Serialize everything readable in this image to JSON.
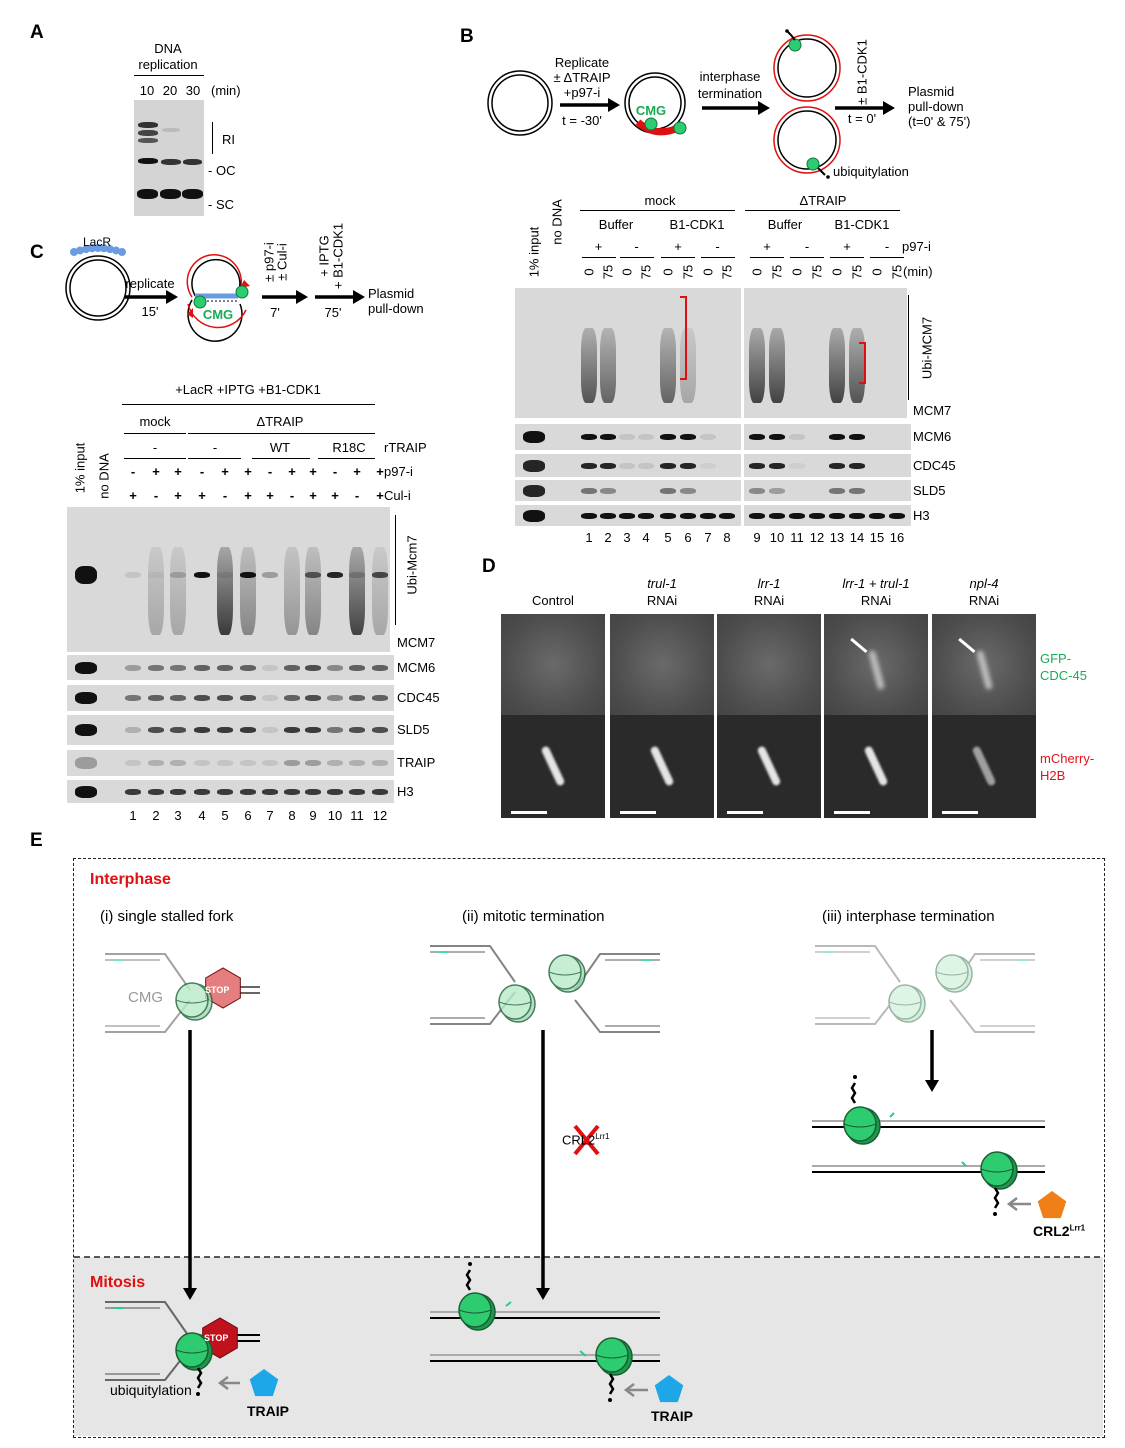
{
  "panelA": {
    "label": "A",
    "header": [
      "DNA",
      "replication"
    ],
    "times": [
      "10",
      "20",
      "30"
    ],
    "unit": "(min)",
    "bands": [
      "RI",
      "OC",
      "SC"
    ]
  },
  "panelB": {
    "label": "B",
    "schematic": {
      "step1": [
        "Replicate",
        "± ΔTRAIP",
        "+p97-i"
      ],
      "t1": "t = -30'",
      "cmg": "CMG",
      "step2": [
        "interphase",
        "termination"
      ],
      "step3": "± B1-CDK1",
      "t3": "t = 0'",
      "end": [
        "Plasmid",
        "pull-down",
        "(t=0' & 75')"
      ],
      "ubi": "ubiquitylation"
    },
    "input": "1% input",
    "nodna": "no DNA",
    "groups": [
      "mock",
      "ΔTRAIP"
    ],
    "sub": [
      "Buffer",
      "B1-CDK1",
      "Buffer",
      "B1-CDK1"
    ],
    "p97": [
      "+",
      "-",
      "+",
      "-",
      "+",
      "-",
      "+",
      "-"
    ],
    "p97_label": "p97-i",
    "times": [
      "0",
      "75"
    ],
    "time_unit": "(min)",
    "side": "Ubi-MCM7",
    "rows": [
      "MCM7",
      "MCM6",
      "CDC45",
      "SLD5",
      "H3"
    ],
    "lanes": [
      "1",
      "2",
      "3",
      "4",
      "5",
      "6",
      "7",
      "8",
      "9",
      "10",
      "11",
      "12",
      "13",
      "14",
      "15",
      "16"
    ],
    "intensity": {
      "MCM6": [
        1,
        0,
        1,
        1,
        0.1,
        0.1,
        1,
        1,
        0.1,
        0,
        1,
        1,
        0.1,
        0,
        1,
        1,
        0,
        0
      ],
      "CDC45": [
        0.9,
        0,
        0.9,
        0.9,
        0.1,
        0.1,
        0.9,
        0.9,
        0.05,
        0,
        0.9,
        0.9,
        0.05,
        0,
        0.9,
        0.9,
        0,
        0
      ],
      "SLD5": [
        0.9,
        0,
        0.5,
        0.4,
        0,
        0,
        0.5,
        0.4,
        0,
        0,
        0.4,
        0.3,
        0,
        0,
        0.5,
        0.5,
        0,
        0
      ],
      "H3": [
        1,
        0,
        1,
        1,
        1,
        1,
        1,
        1,
        1,
        1,
        1,
        1,
        1,
        1,
        1,
        1,
        1,
        1
      ],
      "smear": [
        0,
        0,
        0.8,
        0.7,
        0,
        0,
        0.7,
        0.3,
        0,
        0,
        0.9,
        0.9,
        0,
        0,
        0.9,
        0.8,
        0,
        0
      ]
    }
  },
  "panelC": {
    "label": "C",
    "schematic": {
      "lacr": "LacR",
      "step1": "replicate",
      "t1": "15'",
      "cmg": "CMG",
      "step2": [
        "± p97-i",
        "± Cul-i"
      ],
      "t2": "7'",
      "step3": [
        "+ IPTG",
        "+ B1-CDK1"
      ],
      "t3": "75'",
      "end": [
        "Plasmid",
        "pull-down"
      ]
    },
    "top": "+LacR +IPTG +B1-CDK1",
    "groups": [
      "mock",
      "ΔTRAIP"
    ],
    "rtraip": [
      "-",
      "-",
      "WT",
      "R18C"
    ],
    "rtraip_label": "rTRAIP",
    "p97": [
      "-",
      "+",
      "+",
      "-",
      "+",
      "+",
      "-",
      "+",
      "+",
      "-",
      "+",
      "+"
    ],
    "p97_label": "p97-i",
    "cul": [
      "+",
      "-",
      "+",
      "+",
      "-",
      "+",
      "+",
      "-",
      "+",
      "+",
      "-",
      "+"
    ],
    "cul_label": "Cul-i",
    "input": "1% input",
    "nodna": "no DNA",
    "side": "Ubi-Mcm7",
    "rows": [
      "MCM7",
      "MCM6",
      "CDC45",
      "SLD5",
      "TRAIP",
      "H3"
    ],
    "lanes": [
      "1",
      "2",
      "3",
      "4",
      "5",
      "6",
      "7",
      "8",
      "9",
      "10",
      "11",
      "12"
    ],
    "intensity": {
      "MCM7": [
        1,
        0,
        0.1,
        0.05,
        0.2,
        1,
        0.1,
        1,
        0.3,
        0,
        0.6,
        0.9,
        0.2,
        0.7
      ],
      "MCM6": [
        1,
        0,
        0.3,
        0.5,
        0.5,
        0.6,
        0.6,
        0.6,
        0.1,
        0.6,
        0.7,
        0.4,
        0.6,
        0.6
      ],
      "CDC45": [
        1,
        0,
        0.5,
        0.6,
        0.6,
        0.7,
        0.7,
        0.7,
        0.1,
        0.6,
        0.7,
        0.4,
        0.6,
        0.6
      ],
      "SLD5": [
        1,
        0,
        0.2,
        0.7,
        0.7,
        0.8,
        0.8,
        0.8,
        0.1,
        0.8,
        0.8,
        0.5,
        0.7,
        0.7
      ],
      "TRAIP": [
        0.3,
        0,
        0.1,
        0.2,
        0.2,
        0.1,
        0.1,
        0.1,
        0.1,
        0.3,
        0.3,
        0.2,
        0.2,
        0.2
      ],
      "H3": [
        1,
        0,
        0.8,
        0.8,
        0.8,
        0.8,
        0.8,
        0.8,
        0.8,
        0.8,
        0.8,
        0.8,
        0.8,
        0.8
      ],
      "smear": [
        0,
        0,
        0,
        0.3,
        0.3,
        0,
        0.95,
        0.5,
        0,
        0.4,
        0.5,
        0,
        0.9,
        0.3
      ]
    }
  },
  "panelD": {
    "label": "D",
    "columns": [
      {
        "line1": "",
        "line2": "Control"
      },
      {
        "line1": "trul-1",
        "line2": "RNAi"
      },
      {
        "line1": "lrr-1",
        "line2": "RNAi"
      },
      {
        "line1": "lrr-1 + trul-1",
        "line2": "RNAi"
      },
      {
        "line1": "npl-4",
        "line2": "RNAi"
      }
    ],
    "channels": [
      {
        "line1": "GFP-",
        "line2": "CDC-45",
        "color": "#1aaa55"
      },
      {
        "line1": "mCherry-",
        "line2": "H2B",
        "color": "#e3121b"
      }
    ]
  },
  "panelE": {
    "label": "E",
    "interphase": "Interphase",
    "mitosis": "Mitosis",
    "titles": [
      "(i) single stalled fork",
      "(ii) mitotic termination",
      "(iii) interphase termination"
    ],
    "cmg": "CMG",
    "stop": "STOP",
    "crl2": "CRL2",
    "lrr1": "Lrr1",
    "ubi": "ubiquitylation",
    "traip": "TRAIP",
    "colors": {
      "cmg": "#2ecc71",
      "stop_light": "#e57f7f",
      "stop_dark": "#c0121c",
      "traip": "#1ea7e8",
      "crl2": "#f07f17",
      "red": "#e01010"
    }
  }
}
